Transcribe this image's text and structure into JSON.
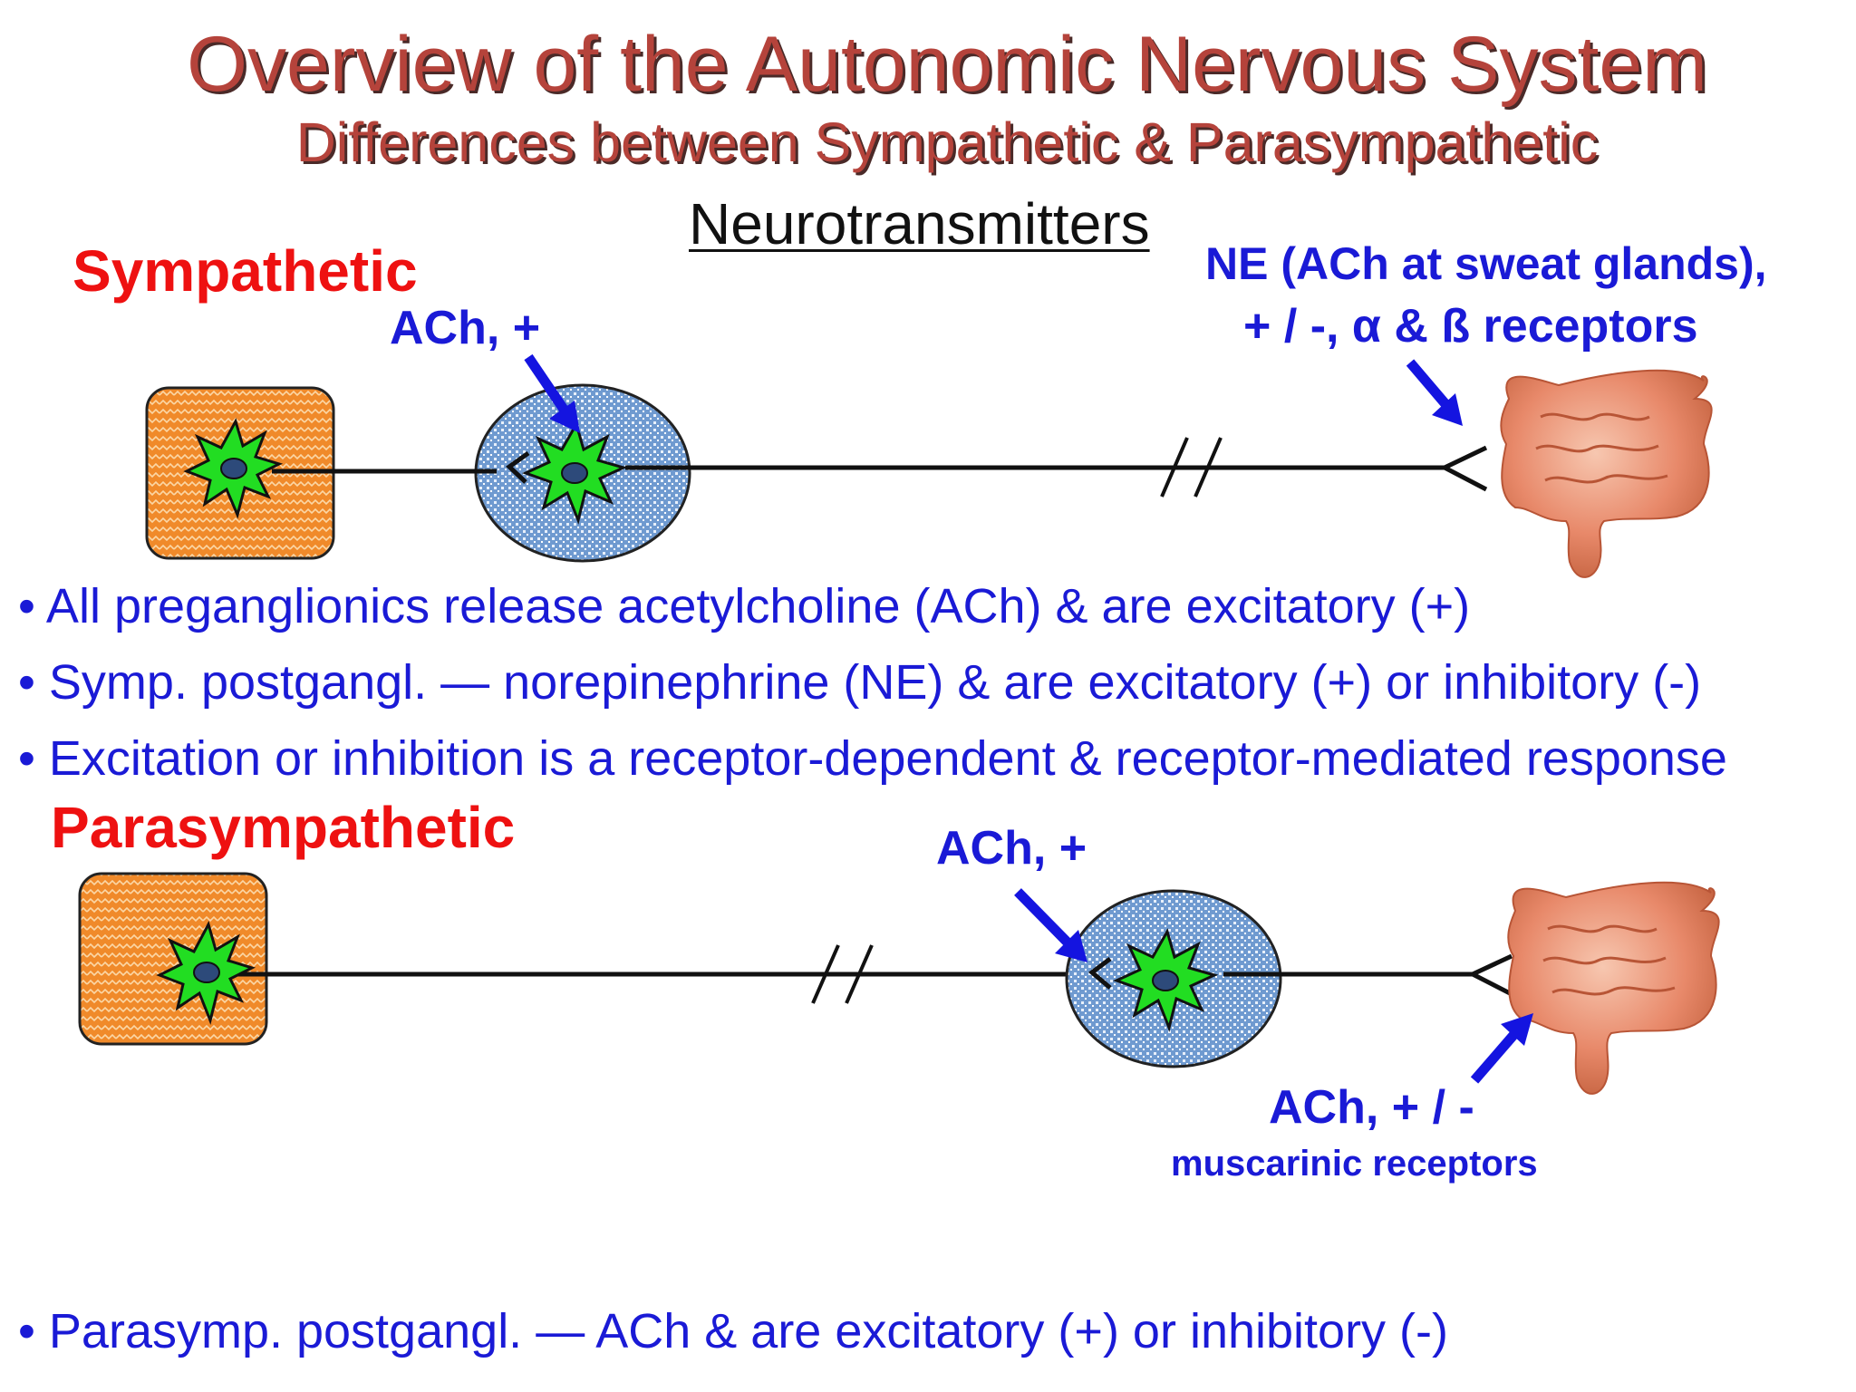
{
  "title": "Overview of the Autonomic Nervous System",
  "subtitle": "Differences between Sympathetic & Parasympathetic",
  "section_heading": "Neurotransmitters",
  "sympathetic": {
    "label": "Sympathetic",
    "preganglionic_label": "ACh, +",
    "postganglionic_label_line1": "NE (ACh at sweat glands),",
    "postganglionic_label_line2": "+ / -, α & ß receptors"
  },
  "bullets_top": [
    "• All preganglionics release acetylcholine (ACh) & are excitatory (+)",
    "• Symp. postgangl. — norepinephrine (NE) & are excitatory (+) or inhibitory (-)",
    "• Excitation or inhibition is a receptor-dependent & receptor-mediated response"
  ],
  "parasympathetic": {
    "label": "Parasympathetic",
    "preganglionic_label": "ACh, +",
    "postganglionic_label_line1": "ACh, + / -",
    "postganglionic_label_line2": "muscarinic receptors"
  },
  "bullet_bottom": "• Parasymp. postgangl. — ACh & are excitatory (+) or inhibitory (-)",
  "colors": {
    "title": "#b5433b",
    "heading_red": "#ee1111",
    "text_blue": "#1a1ad6",
    "arrow_blue": "#1414e0",
    "cns_box": "#f08a2a",
    "ganglion": "#7fa6d6",
    "neuron_body": "#22dd22",
    "nucleus": "#2d4a7a",
    "intestine": "#e8896a"
  },
  "icons": [
    "cns-box",
    "ganglion",
    "neuron-icon",
    "intestine-icon",
    "arrow-icon"
  ]
}
